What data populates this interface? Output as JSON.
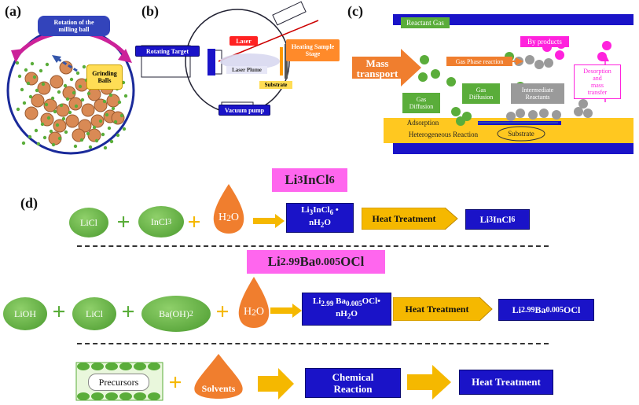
{
  "panels": {
    "a": {
      "label": "(a)",
      "rotation_text_1": "Rotation of the",
      "rotation_text_2": "milling ball",
      "grinding_1": "Grinding",
      "grinding_2": "Balls"
    },
    "b": {
      "label": "(b)",
      "rotating_target": "Rotating Target",
      "laser": "Laser",
      "heating_stage_1": "Heating Sample",
      "heating_stage_2": "Stage",
      "laser_plume": "Laser Plume",
      "substrate": "Substrate",
      "vacuum_pump": "Vacuum pump"
    },
    "c": {
      "label": "(c)",
      "reactant_gas": "Reactant Gas",
      "by_products": "By products",
      "mass_transport_1": "Mass",
      "mass_transport_2": "transport",
      "gas_phase_reaction": "Gas Phase reaction",
      "desorption_1": "Desorption",
      "desorption_2": "and",
      "desorption_3": "mass",
      "desorption_4": "transfer",
      "gas_diffusion_left_1": "Gas",
      "gas_diffusion_left_2": "Diffusion",
      "gas_diffusion_mid_1": "Gas",
      "gas_diffusion_mid_2": "Diffusion",
      "intermediate_1": "Intermediate",
      "intermediate_2": "Reactants",
      "adsorption": "Adsorption",
      "heterogeneous_reaction": "Heterogeneous Reaction",
      "substrate": "Substrate"
    },
    "d": {
      "label": "(d)",
      "row1": {
        "title_main": "Li",
        "title_sub1": "3",
        "title_mid": "InCl",
        "title_sub2": "6",
        "reagent1": "LiCl",
        "reagent2_main": "InCl",
        "reagent2_sub": "3",
        "water_main": "H",
        "water_sub": "2",
        "water_end": "O",
        "hydrate_line1_main": "Li",
        "hydrate_line1_s1": "3",
        "hydrate_line1_mid": "InCl",
        "hydrate_line1_s2": "6",
        "hydrate_line1_dot": " •",
        "hydrate_line2_a": "nH",
        "hydrate_line2_s": "2",
        "hydrate_line2_b": "O",
        "heat": "Heat Treatment",
        "product_main": "Li",
        "product_s1": "3",
        "product_mid": "InCl",
        "product_s2": "6"
      },
      "row2": {
        "title_main": "Li",
        "title_s1": "2.99",
        "title_mid": "Ba",
        "title_s2": "0.005",
        "title_end": "OCl",
        "reagent1": "LiOH",
        "reagent2": "LiCl",
        "reagent3_main": "Ba(OH)",
        "reagent3_sub": "2",
        "water_main": "H",
        "water_sub": "2",
        "water_end": "O",
        "hydrate_line1_main": "Li",
        "hydrate_line1_s1": "2.99",
        "hydrate_line1_mid": " Ba",
        "hydrate_line1_s2": "0.005",
        "hydrate_line1_end": "OCl•",
        "hydrate_line2_a": "nH",
        "hydrate_line2_s": "2",
        "hydrate_line2_b": "O",
        "heat": "Heat Treatment",
        "product_main": "Li",
        "product_s1": "2.99",
        "product_mid": "Ba",
        "product_s2": "0.005",
        "product_end": "OCl"
      },
      "row3": {
        "precursors": "Precursors",
        "solvents": "Solvents",
        "chem_1": "Chemical",
        "chem_2": "Reaction",
        "heat": "Heat Treatment"
      }
    }
  },
  "colors": {
    "blue": "#1a13c8",
    "green": "#5aad3a",
    "gold": "#f5b800",
    "orange": "#f07e2e",
    "magenta": "#ff33dd",
    "pink_box": "#ff66ee",
    "gray": "#9a9a9a"
  }
}
